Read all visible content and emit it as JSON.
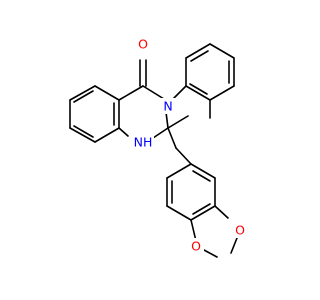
{
  "molecule": {
    "atoms": {
      "O": {
        "text": "O",
        "color": "#ff0000"
      },
      "N": {
        "text": "N",
        "color": "#0000ff"
      },
      "NH": {
        "text": "NH",
        "color": "#0000ff"
      },
      "O1": {
        "text": "O",
        "color": "#ff0000"
      },
      "O2": {
        "text": "O",
        "color": "#ff0000"
      }
    }
  }
}
